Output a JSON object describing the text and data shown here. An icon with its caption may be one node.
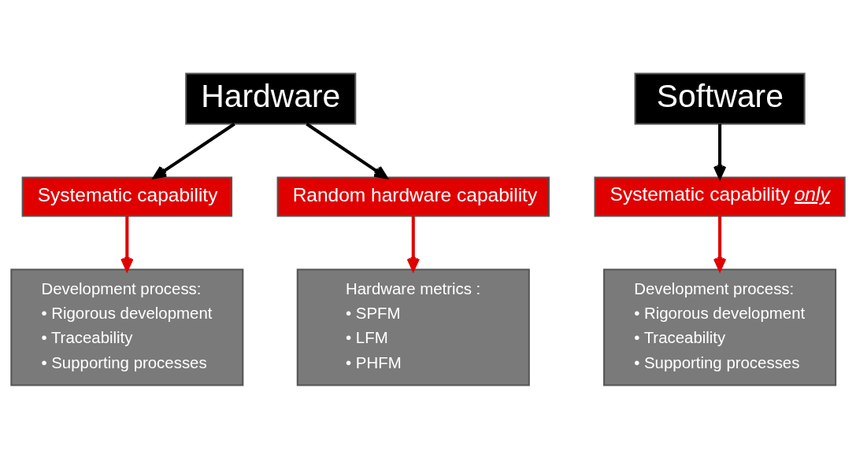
{
  "diagram": {
    "nodes": [
      {
        "text": [
          "Hardware"
        ]
      },
      {
        "text": [
          "Software"
        ]
      },
      {
        "text": [
          "Systematic capability"
        ]
      },
      {
        "text": [
          "Random hardware capability"
        ]
      },
      {
        "text": [
          "Systematic capability *only*"
        ]
      },
      {
        "text": [
          "Development process:",
          "• Rigorous development",
          "• Traceability",
          "• Supporting processes"
        ]
      },
      {
        "text": [
          "Hardware metrics :",
          "• SPFM",
          "• LFM",
          "• PHFM"
        ]
      },
      {
        "text": [
          "Development process:",
          "• Rigorous development",
          "• Traceability",
          "• Supporting processes"
        ]
      }
    ],
    "edges": [
      {
        "from": 0,
        "to": 2,
        "arrow": "to"
      },
      {
        "from": 0,
        "to": 3,
        "arrow": "to"
      },
      {
        "from": 1,
        "to": 4,
        "arrow": "to"
      },
      {
        "from": 2,
        "to": 5,
        "arrow": "to",
        "color": "#e00000"
      },
      {
        "from": 3,
        "to": 6,
        "arrow": "to",
        "color": "#e00000"
      },
      {
        "from": 4,
        "to": 7,
        "arrow": "to",
        "color": "#e00000"
      }
    ]
  }
}
